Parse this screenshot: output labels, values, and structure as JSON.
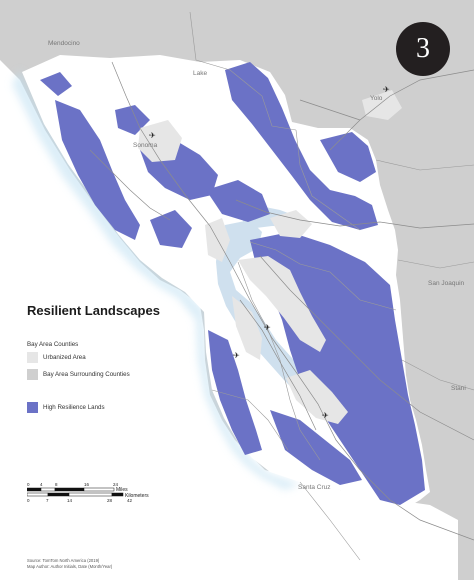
{
  "badge": {
    "number": "3"
  },
  "title": "Resilient Landscapes",
  "legend": {
    "group_label": "Bay Area Counties",
    "items": [
      {
        "label": "Urbanized Area",
        "color": "#e6e6e6"
      },
      {
        "label": "Bay Area Surrounding Counties",
        "color": "#cfcfcf"
      },
      {
        "label": "High Resilience Lands",
        "color": "#6b72c6"
      }
    ],
    "counties_fill": "#ffffff"
  },
  "place_labels": [
    {
      "name": "Mendocino"
    },
    {
      "name": "Lake"
    },
    {
      "name": "Sonoma"
    },
    {
      "name": "Yolo"
    },
    {
      "name": "San Joaquin"
    },
    {
      "name": "Santa Cruz"
    },
    {
      "name": "Stani"
    }
  ],
  "scale": {
    "miles_ticks": [
      "0",
      "4",
      "8",
      "16",
      "24"
    ],
    "miles_label": "Miles",
    "km_ticks": [
      "0",
      "7",
      "14",
      "28",
      "42"
    ],
    "km_label": "Kilometers"
  },
  "source": {
    "line1": "Source: TomTom North America (2019)",
    "line2": "Map Author: Author Initials, Date (Month/Year)"
  },
  "colors": {
    "ocean": "#ffffff",
    "surrounding": "#cfcfcf",
    "bay_area": "#ffffff",
    "urban": "#e6e6e6",
    "resilience": "#6b72c6",
    "water": "#cfe0ee",
    "roads": "#8c8c8c"
  }
}
